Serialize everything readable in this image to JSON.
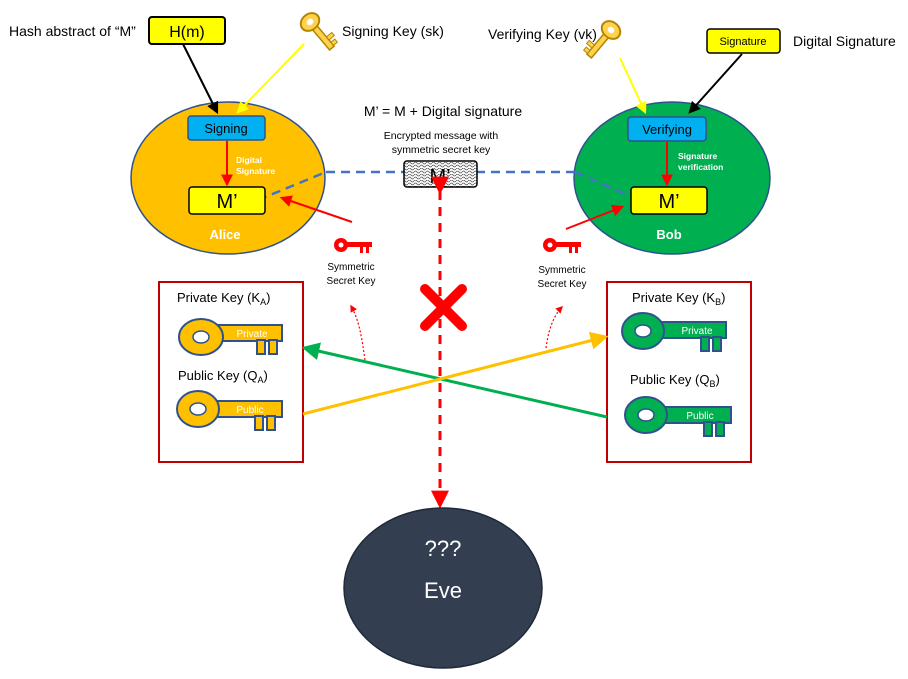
{
  "labels": {
    "hash_abstract": "Hash abstract of “M”",
    "hm_box": "H(m)",
    "signing_key": "Signing Key (sk)",
    "verifying_key": "Verifying Key (vk)",
    "signature_box": "Signature",
    "digital_signature": "Digital Signature",
    "m_prime_formula": "M’ = M + Digital signature",
    "encrypted_line1": "Encrypted message with",
    "encrypted_line2": "symmetric secret key",
    "m_prime_cipher": "M’",
    "signing": "Signing",
    "verifying": "Verifying",
    "alice_edge_line1": "Digital",
    "alice_edge_line2": "Signature",
    "bob_edge_line1": "Signature",
    "bob_edge_line2": "verification",
    "alice_m_prime": "M’",
    "bob_m_prime": "M’",
    "alice": "Alice",
    "bob": "Bob",
    "sym_line1": "Symmetric",
    "sym_line2": "Secret Key",
    "private_key_a": "Private Key (K",
    "private_key_a_sub": "A",
    "public_key_a": "Public Key (Q",
    "public_key_a_sub": "A",
    "private_key_b": "Private Key (K",
    "private_key_b_sub": "B",
    "public_key_b": "Public Key (Q",
    "public_key_b_sub": "B",
    "close_paren": ")",
    "key_private": "Private",
    "key_public": "Public",
    "eve_q": "???",
    "eve": "Eve"
  },
  "colors": {
    "alice": "#ffc000",
    "bob": "#00b050",
    "yellow_box": "#ffff00",
    "blue_box": "#00b0f0",
    "red": "#ff0000",
    "eve": "#333f50",
    "dashed_blue": "#4472c4"
  }
}
